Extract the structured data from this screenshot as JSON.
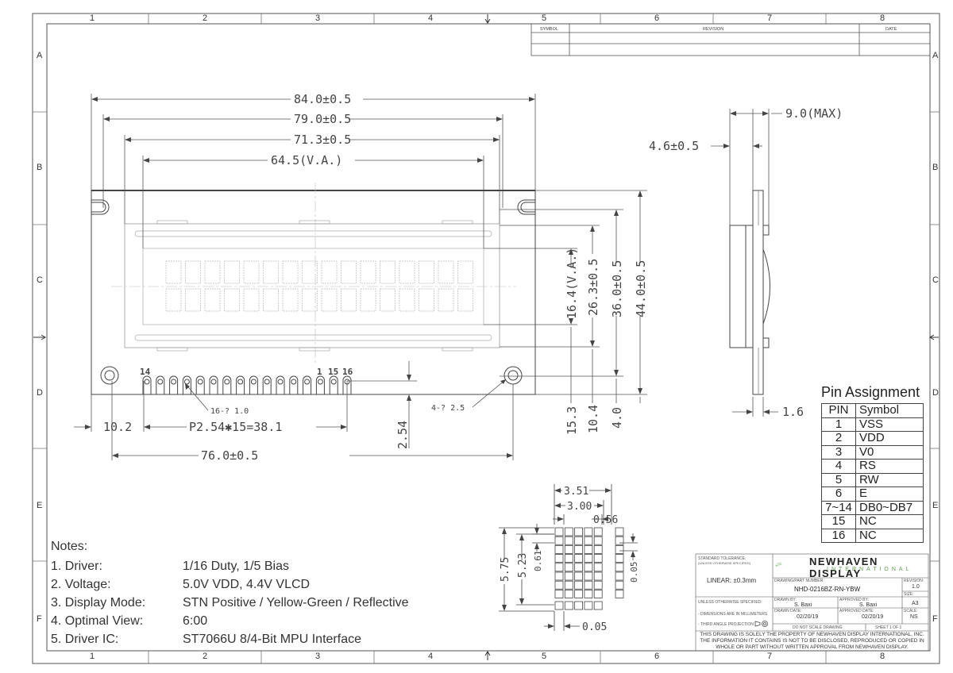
{
  "border": {
    "columns": [
      "1",
      "2",
      "3",
      "4",
      "5",
      "6",
      "7",
      "8"
    ],
    "rows": [
      "A",
      "B",
      "C",
      "D",
      "E",
      "F"
    ]
  },
  "revision_block": {
    "symbol": "SYMBOL",
    "revision": "REVISION",
    "date": "DATE"
  },
  "front_view": {
    "dims": {
      "d84": "84.0±0.5",
      "d79": "79.0±0.5",
      "d71": "71.3±0.5",
      "d64": "64.5(V.A.)",
      "d16": "16.4(V.A.)",
      "d26": "26.3±0.5",
      "d36": "36.0±0.5",
      "d44": "44.0±0.5",
      "d15": "15.3",
      "d10": "10.4",
      "d4": "4.0",
      "d254": "2.54",
      "d102": "10.2",
      "pitch": "P2.54✱15=38.1",
      "d76": "76.0±0.5",
      "holes16": "16-? 1.0",
      "holes4": "4-? 2.5",
      "pin14": "14",
      "pin1": "1",
      "pin15": "15",
      "pin16": "16"
    }
  },
  "side_view": {
    "dims": {
      "d9": "9.0(MAX)",
      "d46": "4.6±0.5",
      "d16": "1.6"
    }
  },
  "char_detail": {
    "dims": {
      "d351": "3.51",
      "d300": "3.00",
      "d056": "0.56",
      "d575": "5.75",
      "d523": "5.23",
      "d061": "0.61",
      "d005a": "0.05",
      "d005b": "0.05"
    }
  },
  "pin_assignment": {
    "title": "Pin Assignment",
    "header_pin": "PIN",
    "header_symbol": "Symbol",
    "rows": [
      {
        "pin": "1",
        "symbol": "VSS"
      },
      {
        "pin": "2",
        "symbol": "VDD"
      },
      {
        "pin": "3",
        "symbol": "V0"
      },
      {
        "pin": "4",
        "symbol": "RS"
      },
      {
        "pin": "5",
        "symbol": "RW"
      },
      {
        "pin": "6",
        "symbol": "E"
      },
      {
        "pin": "7~14",
        "symbol": "DB0~DB7"
      },
      {
        "pin": "15",
        "symbol": "NC"
      },
      {
        "pin": "16",
        "symbol": "NC"
      }
    ]
  },
  "notes": {
    "title": "Notes:",
    "items": [
      {
        "key": "1. Driver:",
        "value": "1/16 Duty, 1/5 Bias"
      },
      {
        "key": "2. Voltage:",
        "value": "5.0V VDD, 4.4V VLCD"
      },
      {
        "key": "3. Display Mode:",
        "value": "STN Positive / Yellow-Green / Reflective"
      },
      {
        "key": "4. Optimal View:",
        "value": "6:00"
      },
      {
        "key": "5. Driver IC:",
        "value": "ST7066U 8/4-Bit MPU Interface"
      }
    ]
  },
  "title_block": {
    "tolerance_title": "STANDARD TOLERANCE:",
    "tolerance_sub": "(UNLESS OTHERWISE SPECIFIED)",
    "linear": "LINEAR:  ±0.3mm",
    "brand": "NEWHAVEN DISPLAY",
    "brand_sub": "INTERNATIONAL",
    "part_label": "DRAWING/PART NUMBER:",
    "part_number": "NHD-0216BZ-RN-YBW",
    "revision_label": "REVISION:",
    "revision": "1.0",
    "unless": "UNLESS OTHERWISE SPECIFIED:",
    "drawn_by_label": "DRAWN BY:",
    "drawn_by": "S. Baxi",
    "approved_by_label": "APPROVED BY:",
    "approved_by": "S. Baxi",
    "size_label": "SIZE:",
    "size": "A3",
    "dims_mm": "- DIMENSIONS ARE IN MILLIMETERS",
    "third_angle": "- THIRD ANGLE PROJECTION",
    "drawn_date_label": "DRAWN DATE:",
    "drawn_date": "02/20/19",
    "approved_date_label": "APPROVED DATE:",
    "approved_date": "02/20/19",
    "scale_label": "SCALE:",
    "scale": "NS",
    "do_not_scale": "DO NOT SCALE DRAWING",
    "sheet": "SHEET 1 OF 1",
    "footer": "THIS DRAWING IS SOLELY THE PROPERTY OF NEWHAVEN DISPLAY INTERNATIONAL, INC. THE INFORMATION IT CONTAINS IS NOT TO BE DISCLOSED, REPRODUCED OR COPIED IN WHOLE OR PART WITHOUT WRITTEN APPROVAL FROM NEWHAVEN DISPLAY."
  },
  "colors": {
    "line": "#444444",
    "logo_green": "#5aa04a"
  }
}
